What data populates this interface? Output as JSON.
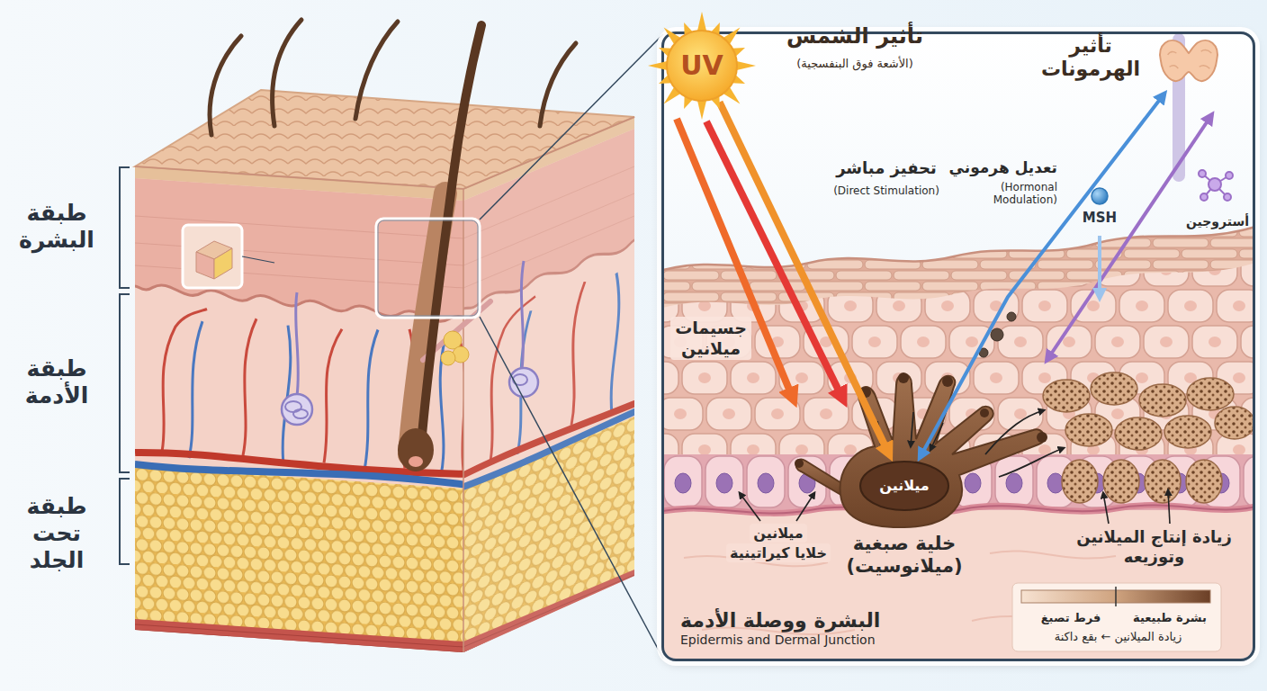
{
  "diagram": {
    "nodes": [
      {
        "text": [
          "البشرة ووصلة الأدمة",
          "Epidermis and Dermal Junction"
        ]
      },
      {
        "text": [
          "UV"
        ],
        "in": 0
      },
      {
        "text": [
          "تأثير الهرمونات"
        ],
        "in": 0
      },
      {
        "text": [
          "ميلانين"
        ],
        "in": 0
      }
    ],
    "edges": [
      {
        "from": 1,
        "to": 3,
        "arrow": "to"
      },
      {
        "from": 2,
        "to": 3,
        "arrow": "both"
      }
    ],
    "labels": [
      "طبقة البشرة",
      "طبقة الأدمة",
      "طبقة تحت الجلد",
      "تأثير الشمس",
      "(الأشعة فوق البنفسجية)",
      "تحفيز مباشر",
      "(Direct Stimulation)",
      "تعديل هرموني",
      "(Hormonal Modulation)",
      "MSH",
      "أستروجين",
      "جسيمات ميلانين",
      "ميلانين",
      "خلايا كيراتينية",
      "خلية صبغية (ميلانوسيت)",
      "زيادة إنتاج الميلانين وتوزيعه",
      "بشرة طبيعية",
      "فرط تصبغ",
      "زيادة الميلانين ← بقع داكنة"
    ]
  }
}
